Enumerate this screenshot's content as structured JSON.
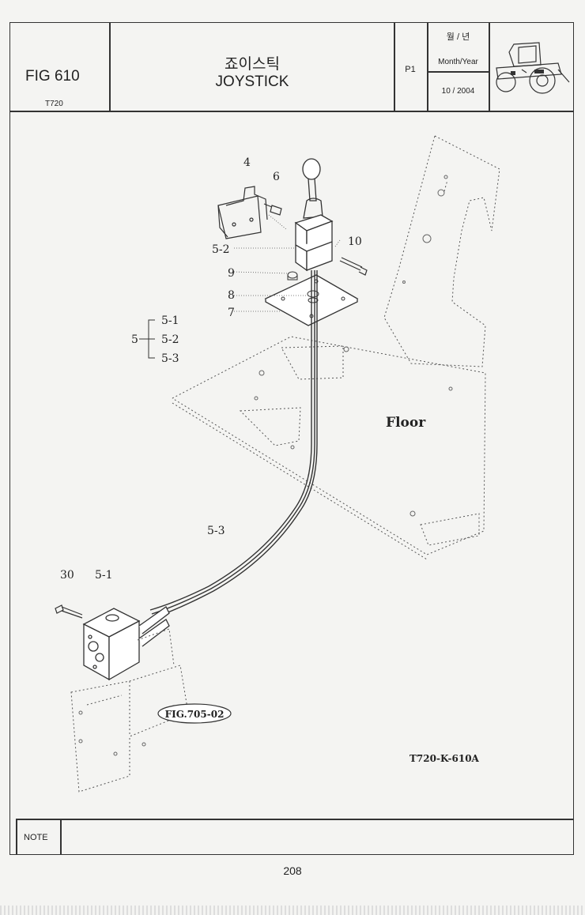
{
  "header": {
    "fig_no": "FIG 610",
    "model": "T720",
    "title_kr": "죠이스틱",
    "title_en": "JOYSTICK",
    "page": "P1",
    "month_year_kr": "월 / 년",
    "month_year_en": "Month/Year",
    "month_year_value": "10 / 2004"
  },
  "callouts": {
    "c4": "4",
    "c6": "6",
    "c10": "10",
    "c5_2": "5-2",
    "c9": "9",
    "c8": "8",
    "c7": "7",
    "group_5": "5",
    "group_5_1": "5-1",
    "group_5_2": "5-2",
    "group_5_3": "5-3",
    "cable_5_3": "5-3",
    "c30": "30",
    "valve_5_1": "5-1"
  },
  "floor_label": "Floor",
  "ref_fig": "FIG.705-02",
  "drawing_code": "T720-K-610A",
  "note_label": "NOTE",
  "page_number": "208"
}
